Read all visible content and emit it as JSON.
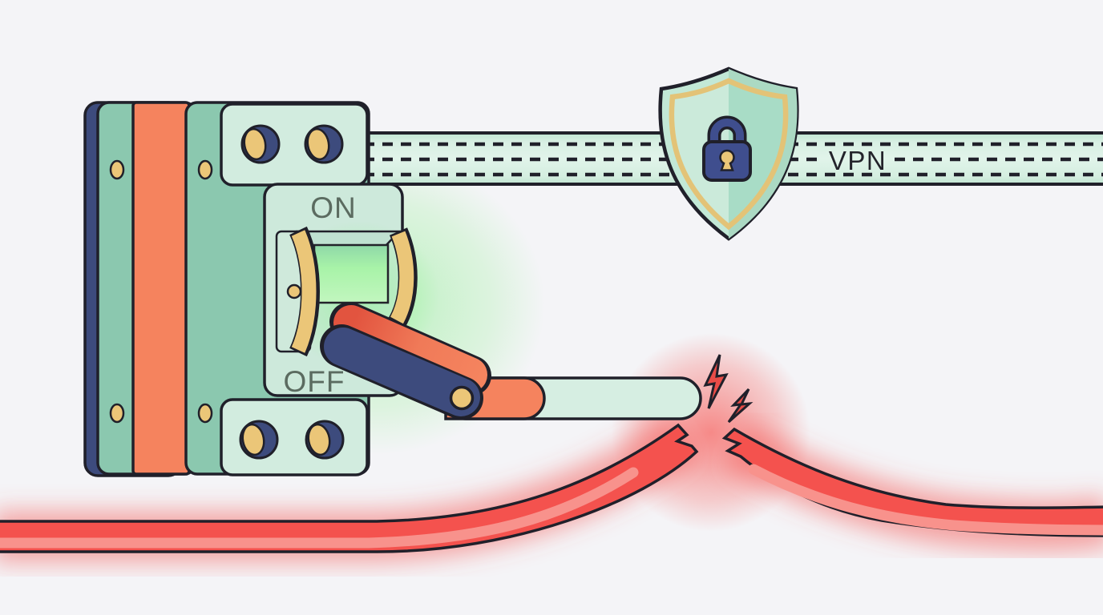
{
  "illustration": {
    "labels": {
      "on": "ON",
      "off": "OFF",
      "vpn": "VPN"
    },
    "colors": {
      "background": "#f4f4f7",
      "outline": "#20202a",
      "teal_layer": "#8bc8af",
      "mint_block": "#d2ecdf",
      "mint_plate": "#cde9db",
      "mint_pill": "#d6eee2",
      "orange": "#f5835e",
      "navy": "#3d4b7d",
      "gold": "#ebc678",
      "pipe_mint": "#d8efe3",
      "window_green": "#a8f3a8",
      "shield_band": "#c2e8d6",
      "shield_left": "#cbeada",
      "shield_right": "#a8dcc6",
      "lock_navy": "#3f4e8e",
      "red_cable": "#f4524e",
      "red_cable_light": "#f8928c",
      "spark_red": "#e94c47",
      "label_muted": "#5b6b60",
      "label_dark": "#23232b"
    }
  }
}
